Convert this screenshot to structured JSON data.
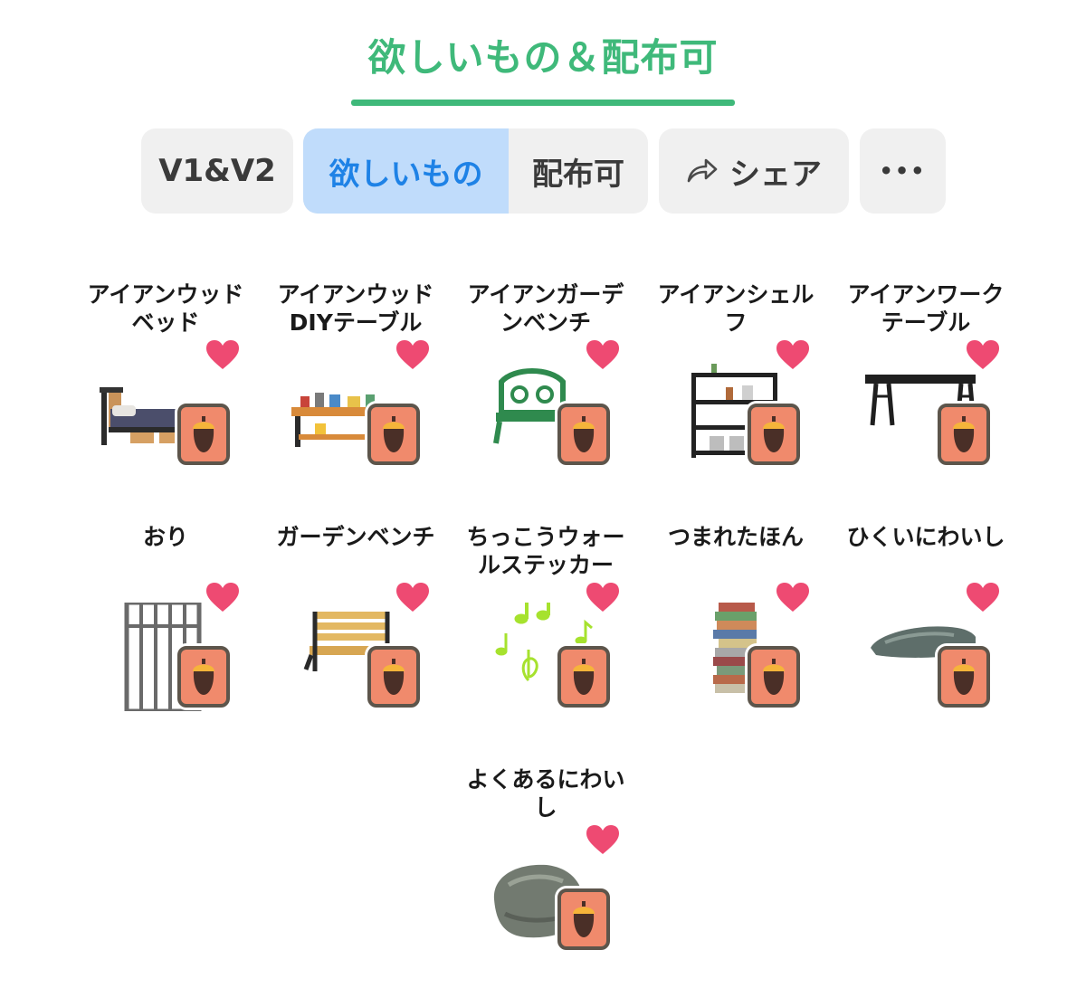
{
  "header": {
    "title": "欲しいもの＆配布可"
  },
  "tabs": {
    "version_label": "V1&V2",
    "want_label": "欲しいもの",
    "give_label": "配布可",
    "share_label": "シェア",
    "more_label": "•••"
  },
  "colors": {
    "accent_green": "#3fb97a",
    "selected_bg": "#c0dcfb",
    "selected_text": "#1e82e6",
    "heart": "#ee4a72",
    "card": "#f08a6c"
  },
  "items": [
    {
      "name": "アイアンウッド\nベッド",
      "icon": "bed-icon"
    },
    {
      "name": "アイアンウッド\nDIYテーブル",
      "icon": "diy-table-icon"
    },
    {
      "name": "アイアンガーデ\nンベンチ",
      "icon": "iron-bench-icon"
    },
    {
      "name": "アイアンシェル\nフ",
      "icon": "shelf-icon"
    },
    {
      "name": "アイアンワーク\nテーブル",
      "icon": "work-table-icon"
    },
    {
      "name": "おり",
      "icon": "cage-icon"
    },
    {
      "name": "ガーデンベンチ",
      "icon": "garden-bench-icon"
    },
    {
      "name": "ちっこうウォー\nルステッカー",
      "icon": "music-notes-icon"
    },
    {
      "name": "つまれたほん",
      "icon": "book-stack-icon"
    },
    {
      "name": "ひくいにわいし",
      "icon": "flat-stone-icon"
    },
    {
      "name": "よくあるにわい\nし",
      "icon": "rock-icon"
    }
  ]
}
